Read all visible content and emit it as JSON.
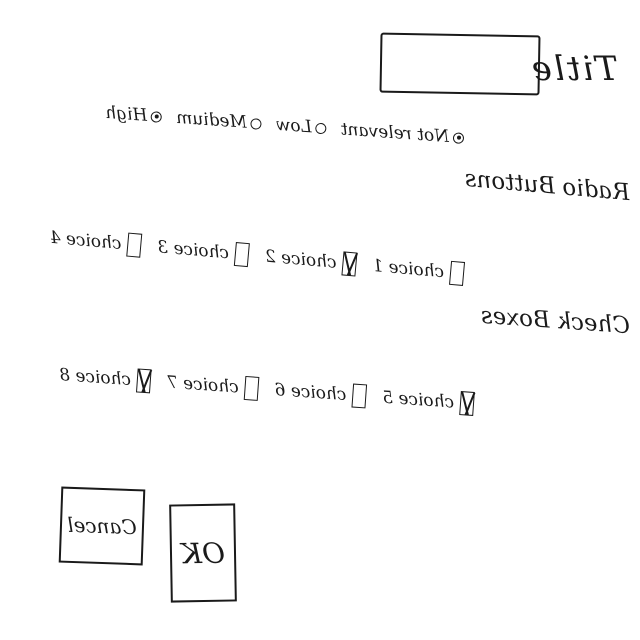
{
  "form": {
    "title_label": "Title",
    "radio_label": "Radio Buttons",
    "checkbox_label": "Check Boxes"
  },
  "radio_options": [
    {
      "label": "Not relevant",
      "selected": true
    },
    {
      "label": "Low",
      "selected": false
    },
    {
      "label": "Medium",
      "selected": false
    },
    {
      "label": "High",
      "selected": true
    }
  ],
  "checkboxes": [
    {
      "label": "choice 1",
      "checked": false
    },
    {
      "label": "choice 2",
      "checked": true
    },
    {
      "label": "choice 3",
      "checked": false
    },
    {
      "label": "choice 4",
      "checked": false
    },
    {
      "label": "choice 5",
      "checked": true
    },
    {
      "label": "choice 6",
      "checked": false
    },
    {
      "label": "choice 7",
      "checked": false
    },
    {
      "label": "choice 8",
      "checked": true
    }
  ],
  "buttons": {
    "ok_label": "OK",
    "cancel_label": "Cancel"
  }
}
